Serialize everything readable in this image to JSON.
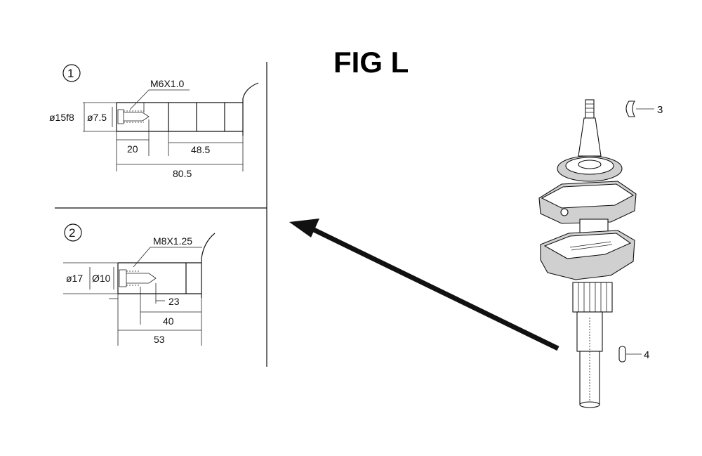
{
  "figure": {
    "title": "FIG L"
  },
  "detail_1": {
    "index": "1",
    "thread": "M6X1.0",
    "outer_diameter": "ø15f8",
    "inner_diameter": "ø7.5",
    "dim_a": "20",
    "dim_b": "48.5",
    "dim_total": "80.5"
  },
  "detail_2": {
    "index": "2",
    "thread": "M8X1.25",
    "outer_diameter": "ø17",
    "inner_diameter": "Ø10",
    "dim_a": "23",
    "dim_b": "40",
    "dim_total": "53"
  },
  "callouts": {
    "part_3": "3",
    "part_4": "4"
  }
}
